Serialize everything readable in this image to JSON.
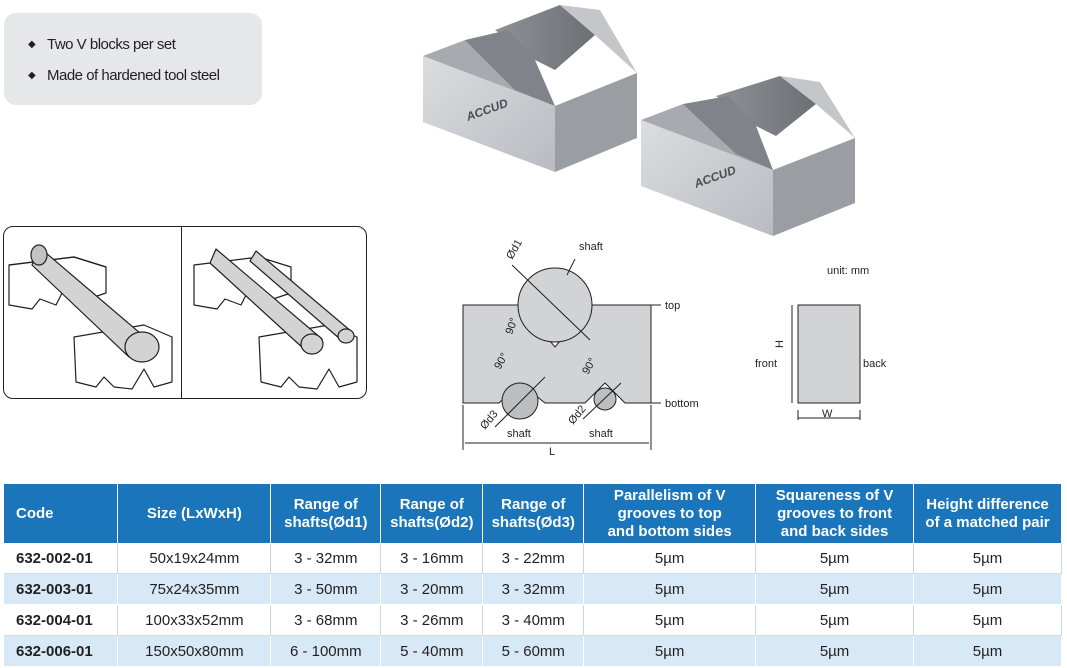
{
  "features": [
    {
      "icon": "diamond-bullet-icon",
      "text": "Two V blocks per set"
    },
    {
      "icon": "diamond-bullet-icon",
      "text": "Made of hardened tool steel"
    }
  ],
  "product_image": {
    "brand_text": "ACCUD"
  },
  "diagram": {
    "shaft_top": "shaft",
    "d1": "Ød1",
    "top": "top",
    "bottom": "bottom",
    "angle": "90°",
    "d3": "Ød3",
    "d2": "Ød2",
    "shaft_left": "shaft",
    "shaft_right": "shaft",
    "length": "L",
    "unit": "unit: mm",
    "height": "H",
    "front": "front",
    "back": "back",
    "width": "W"
  },
  "table": {
    "headers": [
      [
        "Code"
      ],
      [
        "Size (LxWxH)"
      ],
      [
        "Range of",
        "shafts(Ød1)"
      ],
      [
        "Range of",
        "shafts(Ød2)"
      ],
      [
        "Range of",
        "shafts(Ød3)"
      ],
      [
        "Parallelism of  V",
        "grooves to top",
        "and bottom sides"
      ],
      [
        "Squareness of V",
        "grooves to front",
        "and back sides"
      ],
      [
        "Height difference",
        "of a matched pair"
      ]
    ],
    "rows": [
      [
        "632-002-01",
        "50x19x24mm",
        "3 - 32mm",
        "3 - 16mm",
        "3 - 22mm",
        "5µm",
        "5µm",
        "5µm"
      ],
      [
        "632-003-01",
        "75x24x35mm",
        "3 - 50mm",
        "3 - 20mm",
        "3 - 32mm",
        "5µm",
        "5µm",
        "5µm"
      ],
      [
        "632-004-01",
        "100x33x52mm",
        "3 - 68mm",
        "3 - 26mm",
        "3 - 40mm",
        "5µm",
        "5µm",
        "5µm"
      ],
      [
        "632-006-01",
        "150x50x80mm",
        "6 - 100mm",
        "5 - 40mm",
        "5 - 60mm",
        "5µm",
        "5µm",
        "5µm"
      ]
    ]
  },
  "colors": {
    "header_blue": "#1a75bb",
    "row_tint": "#d7e8f7",
    "panel_gray": "#e6e7e8"
  }
}
